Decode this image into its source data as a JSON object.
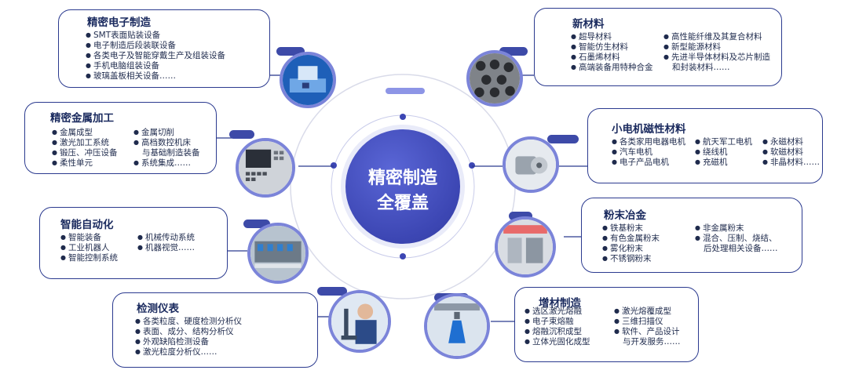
{
  "center": {
    "line1": "精密制造",
    "line2": "全覆盖"
  },
  "colors": {
    "primary": "#3c46b3",
    "border": "#2b3a8f",
    "ring": "#d9dbe9",
    "photo_ring": "#7b84d9"
  },
  "panels": {
    "electronics": {
      "title": "精密电子制造",
      "items": [
        "SMT表面贴装设备",
        "电子制造后段装联设备",
        "各类电子及智能穿戴生产及组装设备",
        "手机电脑组装设备",
        "玻璃盖板相关设备……"
      ]
    },
    "metal": {
      "title": "精密金属加工",
      "col1": [
        "金属成型",
        "激光加工系统",
        "锻压、冲压设备",
        "柔性单元"
      ],
      "col2": [
        "金属切削",
        "高档数控机床",
        "与基础制造装备",
        "系统集成……"
      ]
    },
    "automation": {
      "title": "智能自动化",
      "col1": [
        "智能装备",
        "工业机器人",
        "智能控制系统"
      ],
      "col2": [
        "机械传动系统",
        "机器视觉……"
      ]
    },
    "instruments": {
      "title": "检测仪表",
      "items": [
        "各类粒度、硬度检测分析仪",
        "表面、成分、结构分析仪",
        "外观缺陷检测设备",
        "激光粒度分析仪……"
      ]
    },
    "materials": {
      "title": "新材料",
      "col1": [
        "超导材料",
        "智能仿生材料",
        "石墨烯材料",
        "高端装备用特种合金"
      ],
      "col2": [
        "高性能纤维及其复合材料",
        "新型能源材料",
        "先进半导体材料及芯片制造",
        "和封装材料……"
      ]
    },
    "magnetic": {
      "title": "小电机磁性材料",
      "col1": [
        "各类家用电器电机",
        "汽车电机",
        "电子产品电机"
      ],
      "col2": [
        "航天军工电机",
        "绕线机",
        "充磁机"
      ],
      "col3": [
        "永磁材料",
        "软磁材料",
        "非晶材料……"
      ]
    },
    "powder": {
      "title": "粉末冶金",
      "col1": [
        "铁基粉末",
        "有色金属粉末",
        "雾化粉末",
        "不锈钢粉末"
      ],
      "col2": [
        "非金属粉末",
        "混合、压制、烧结、",
        "后处理相关设备……"
      ]
    },
    "additive": {
      "title": "增材制造",
      "col1": [
        "选区激光熔融",
        "电子束熔融",
        "熔融沉积成型",
        "立体光固化成型"
      ],
      "col2": [
        "激光熔覆成型",
        "三维扫描仪",
        "软件、产品设计",
        "与开发服务……"
      ]
    }
  }
}
